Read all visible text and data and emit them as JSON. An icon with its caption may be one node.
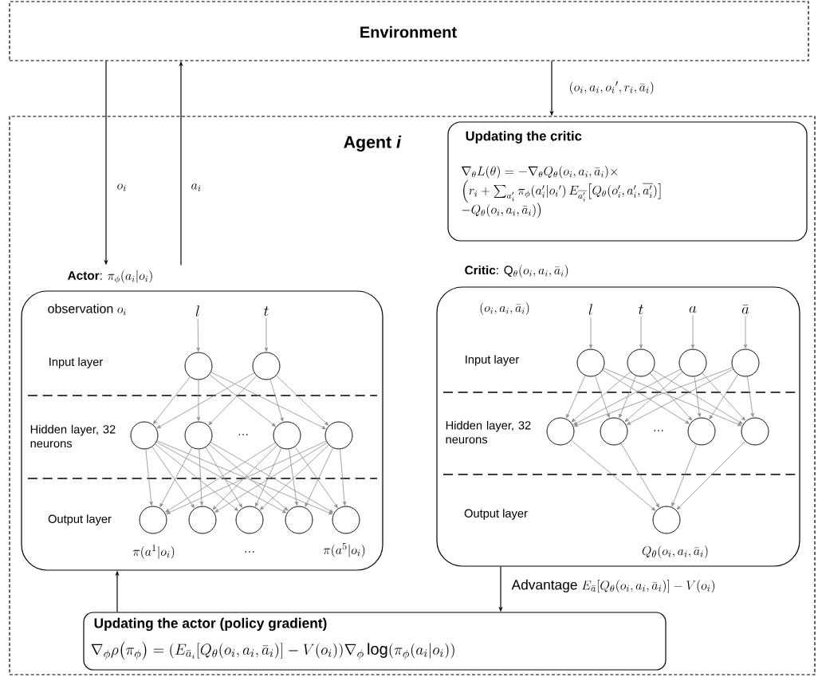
{
  "diagram": {
    "nodes": [
      {
        "text": [
          "Environment"
        ]
      },
      {
        "text": [
          "Agent *i*"
        ]
      },
      {
        "text": [
          "Updating the critic",
          "\\begin{array}{l}\\nabla_{\\theta}L(\\theta)=-\\nabla_{\\theta}Q_{\\theta}(o_i,a_i,\\bar{a}_i)\\times\\\\ \\Big(r_i+\\sum_{a_i'}\\pi_{\\phi}(a_i'|{o_i}')\\,E_{\\overline{a_i'}}\\big[Q_{\\theta}(o_i',a_i',\\overline{a_i'})\\big]\\\\ -Q_{\\theta}(o_i,a_i,\\bar{a}_i)\\big)\\end{array}"
        ],
        "in": 1
      },
      {
        "text": [
          "\\textbf{Actor}\\text{: }\\pi_{\\phi}(a_i|o_i)",
          "\\text{observation }o_i",
          "Input layer",
          "Hidden layer, 32 neurons",
          "Output layer",
          "…",
          "…"
        ],
        "in": 1
      },
      {
        "text": [
          "l"
        ],
        "in": 3
      },
      {
        "text": [
          "t"
        ],
        "in": 3
      },
      {
        "text": [],
        "shape": "circle",
        "in": 3
      },
      {
        "text": [],
        "shape": "circle",
        "in": 3
      },
      {
        "text": [],
        "shape": "circle",
        "in": 3
      },
      {
        "text": [],
        "shape": "circle",
        "in": 3
      },
      {
        "text": [],
        "shape": "circle",
        "in": 3
      },
      {
        "text": [],
        "shape": "circle",
        "in": 3
      },
      {
        "text": [],
        "shape": "circle",
        "in": 3,
        "beside": [
          "\\pi(a^1|o_i)"
        ]
      },
      {
        "text": [],
        "shape": "circle",
        "in": 3
      },
      {
        "text": [],
        "shape": "circle",
        "in": 3
      },
      {
        "text": [],
        "shape": "circle",
        "in": 3
      },
      {
        "text": [],
        "shape": "circle",
        "in": 3,
        "beside": [
          "\\pi(a^5|o_i)"
        ]
      },
      {
        "text": [
          "\\textbf{Critic}\\text{: }\\mathrm{Q}_{\\theta}(o_i,a_i,\\bar{a}_i)",
          "(o_i,a_i,\\bar{a}_i)",
          "Input layer",
          "Hidden layer, 32 neurons",
          "Output layer",
          "…"
        ],
        "in": 1
      },
      {
        "text": [
          "l"
        ],
        "in": 17
      },
      {
        "text": [
          "t"
        ],
        "in": 17
      },
      {
        "text": [
          "a"
        ],
        "in": 17
      },
      {
        "text": [
          "\\bar{a}"
        ],
        "in": 17
      },
      {
        "text": [],
        "shape": "circle",
        "in": 17
      },
      {
        "text": [],
        "shape": "circle",
        "in": 17
      },
      {
        "text": [],
        "shape": "circle",
        "in": 17
      },
      {
        "text": [],
        "shape": "circle",
        "in": 17
      },
      {
        "text": [],
        "shape": "circle",
        "in": 17
      },
      {
        "text": [],
        "shape": "circle",
        "in": 17
      },
      {
        "text": [],
        "shape": "circle",
        "in": 17
      },
      {
        "text": [],
        "shape": "circle",
        "in": 17
      },
      {
        "text": [],
        "shape": "circle",
        "in": 17,
        "beside": [
          "Q_{\\theta}(o_i,a_i,\\bar{a}_i)"
        ]
      },
      {
        "text": [
          "Updating the actor (policy gradient)",
          "\\nabla_{\\phi}\\rho\\big(\\pi_{\\phi}\\big)=(E_{\\bar{a}_i}[Q_{\\theta}(o_i,a_i,\\bar{a}_i)]-V(o_i))\\nabla_{\\phi}\\log(\\pi_{\\phi}(a_i|o_i))"
        ],
        "in": 1
      }
    ],
    "edges": [
      {
        "from": 0,
        "to": 3,
        "arrow": "to",
        "label": "o_i",
        "color": "#000000"
      },
      {
        "from": 3,
        "to": 0,
        "arrow": "to",
        "label": "a_i",
        "color": "#000000"
      },
      {
        "from": 0,
        "to": 1,
        "arrow": "to",
        "label": "(o_i,a_i,{o_i}',r_i,\\bar{a}_i)",
        "color": "#000000"
      },
      {
        "from": 17,
        "to": 31,
        "arrow": "to",
        "label": "\\text{Advantage }E_{\\bar{a}}[Q_{\\theta}(o_i,a_i,\\bar{a}_i)]-V(o_i)",
        "color": "#000000"
      },
      {
        "from": 31,
        "to": 3,
        "arrow": "to",
        "color": "#000000"
      },
      {
        "from": 4,
        "to": 6,
        "arrow": "to"
      },
      {
        "from": 5,
        "to": 7,
        "arrow": "to"
      },
      {
        "from": 6,
        "to": 8,
        "arrow": "to"
      },
      {
        "from": 6,
        "to": 9,
        "arrow": "to"
      },
      {
        "from": 6,
        "to": 10,
        "arrow": "to"
      },
      {
        "from": 6,
        "to": 11,
        "arrow": "to"
      },
      {
        "from": 7,
        "to": 8,
        "arrow": "to"
      },
      {
        "from": 7,
        "to": 9,
        "arrow": "to"
      },
      {
        "from": 7,
        "to": 10,
        "arrow": "to"
      },
      {
        "from": 7,
        "to": 11,
        "arrow": "to"
      },
      {
        "from": 8,
        "to": 12,
        "arrow": "to"
      },
      {
        "from": 8,
        "to": 13,
        "arrow": "to"
      },
      {
        "from": 8,
        "to": 14,
        "arrow": "to"
      },
      {
        "from": 8,
        "to": 15,
        "arrow": "to"
      },
      {
        "from": 8,
        "to": 16,
        "arrow": "to"
      },
      {
        "from": 9,
        "to": 12,
        "arrow": "to"
      },
      {
        "from": 9,
        "to": 13,
        "arrow": "to"
      },
      {
        "from": 9,
        "to": 14,
        "arrow": "to"
      },
      {
        "from": 9,
        "to": 15,
        "arrow": "to"
      },
      {
        "from": 9,
        "to": 16,
        "arrow": "to"
      },
      {
        "from": 10,
        "to": 12,
        "arrow": "to"
      },
      {
        "from": 10,
        "to": 13,
        "arrow": "to"
      },
      {
        "from": 10,
        "to": 14,
        "arrow": "to"
      },
      {
        "from": 10,
        "to": 15,
        "arrow": "to"
      },
      {
        "from": 10,
        "to": 16,
        "arrow": "to"
      },
      {
        "from": 11,
        "to": 12,
        "arrow": "to"
      },
      {
        "from": 11,
        "to": 13,
        "arrow": "to"
      },
      {
        "from": 11,
        "to": 14,
        "arrow": "to"
      },
      {
        "from": 11,
        "to": 15,
        "arrow": "to"
      },
      {
        "from": 11,
        "to": 16,
        "arrow": "to"
      },
      {
        "from": 18,
        "to": 22,
        "arrow": "to"
      },
      {
        "from": 19,
        "to": 23,
        "arrow": "to"
      },
      {
        "from": 20,
        "to": 24,
        "arrow": "to"
      },
      {
        "from": 21,
        "to": 25,
        "arrow": "to"
      },
      {
        "from": 22,
        "to": 26,
        "arrow": "to"
      },
      {
        "from": 22,
        "to": 27,
        "arrow": "to"
      },
      {
        "from": 22,
        "to": 28,
        "arrow": "to"
      },
      {
        "from": 22,
        "to": 29,
        "arrow": "to"
      },
      {
        "from": 23,
        "to": 26,
        "arrow": "to"
      },
      {
        "from": 23,
        "to": 27,
        "arrow": "to"
      },
      {
        "from": 23,
        "to": 28,
        "arrow": "to"
      },
      {
        "from": 23,
        "to": 29,
        "arrow": "to"
      },
      {
        "from": 24,
        "to": 26,
        "arrow": "to"
      },
      {
        "from": 24,
        "to": 27,
        "arrow": "to"
      },
      {
        "from": 24,
        "to": 28,
        "arrow": "to"
      },
      {
        "from": 24,
        "to": 29,
        "arrow": "to"
      },
      {
        "from": 25,
        "to": 26,
        "arrow": "to"
      },
      {
        "from": 25,
        "to": 27,
        "arrow": "to"
      },
      {
        "from": 25,
        "to": 28,
        "arrow": "to"
      },
      {
        "from": 25,
        "to": 29,
        "arrow": "to"
      },
      {
        "from": 26,
        "to": 30,
        "arrow": "to"
      },
      {
        "from": 27,
        "to": 30,
        "arrow": "to"
      },
      {
        "from": 28,
        "to": 30,
        "arrow": "to"
      },
      {
        "from": 29,
        "to": 30,
        "arrow": "to"
      }
    ]
  }
}
